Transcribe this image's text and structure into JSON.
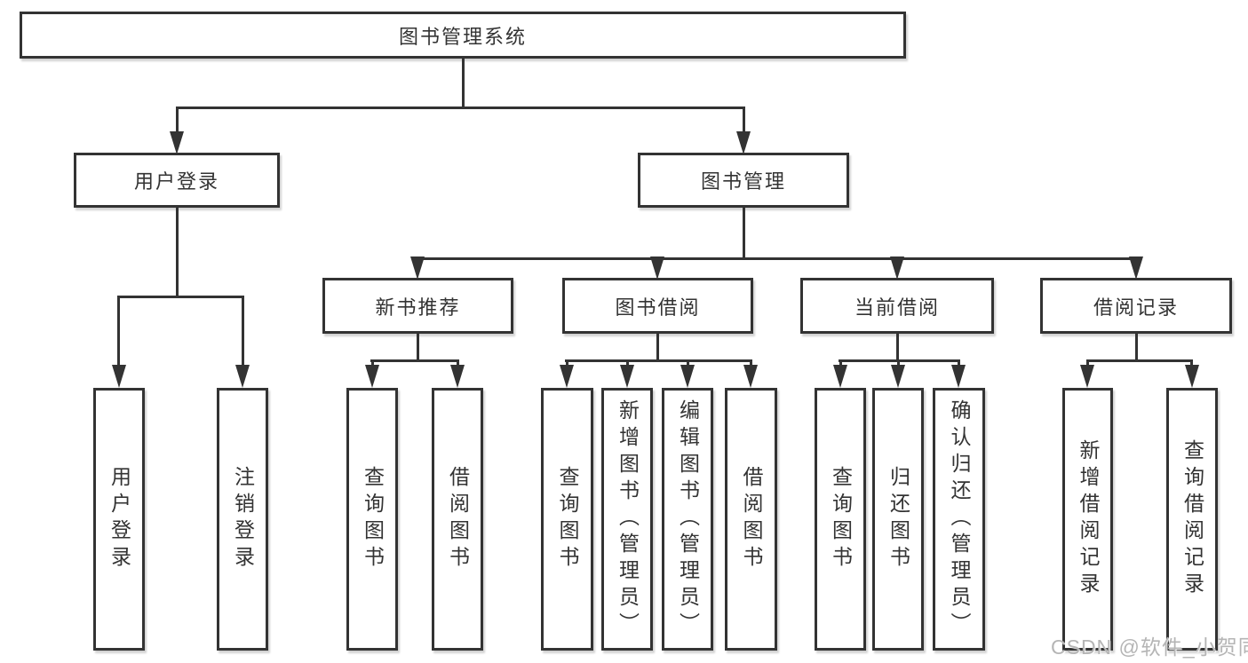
{
  "colors": {
    "line": "#333333",
    "box_border": "#333333",
    "text": "#333333",
    "watermark": "#b5b5b5",
    "background": "#ffffff"
  },
  "diagram": {
    "root": {
      "label": "图书管理系统"
    },
    "level2": [
      {
        "label": "用户登录"
      },
      {
        "label": "图书管理"
      }
    ],
    "level3": [
      {
        "label": "新书推荐"
      },
      {
        "label": "图书借阅"
      },
      {
        "label": "当前借阅"
      },
      {
        "label": "借阅记录"
      }
    ],
    "leaves": {
      "user_login": [
        "用户登录",
        "注销登录"
      ],
      "new_book_recommend": [
        "查询图书",
        "借阅图书"
      ],
      "book_borrowing": [
        "查询图书",
        "新增图书（管理员）",
        "编辑图书（管理员）",
        "借阅图书"
      ],
      "current_borrowing": [
        "查询图书",
        "归还图书",
        "确认归还（管理员）"
      ],
      "borrowing_records": [
        "新增借阅记录",
        "查询借阅记录"
      ]
    }
  },
  "watermark": {
    "text": "CSDN @软件_小贺同学"
  }
}
